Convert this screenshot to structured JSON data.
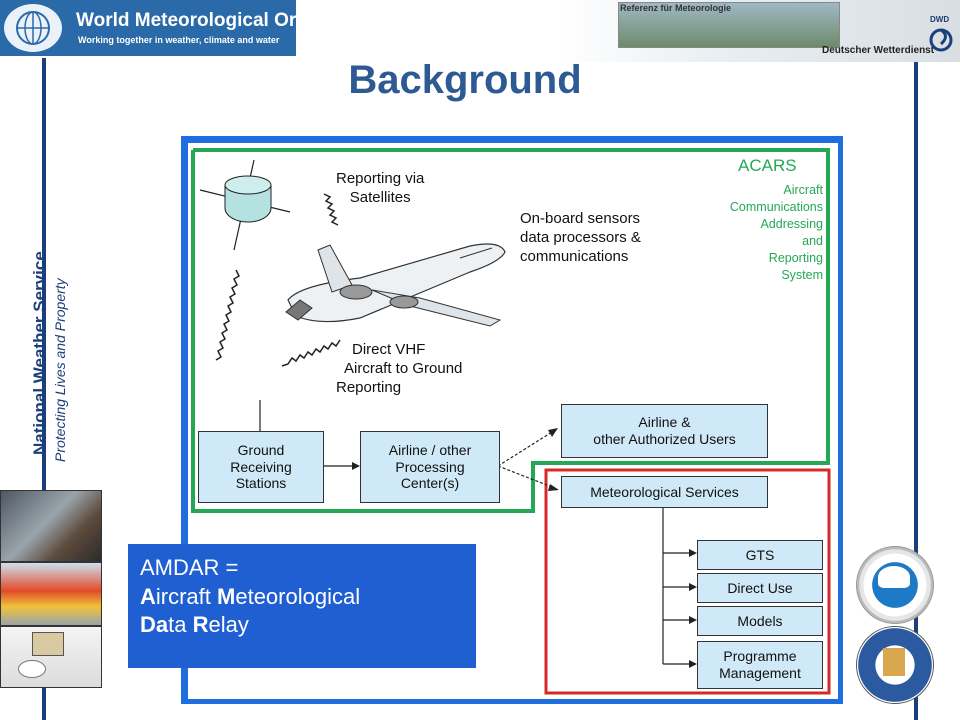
{
  "header": {
    "wmo_name": "World Meteorological Organization",
    "wmo_tagline": "Working together in weather, climate and water",
    "dwd_banner": "Referenz für Meteorologie",
    "dwd_name": "Deutscher Wetterdienst",
    "dwd_logo_text": "DWD"
  },
  "title": "Background",
  "sidebar": {
    "org_name": "National Weather Service",
    "org_tagline": "Protecting Lives and Property"
  },
  "diagram": {
    "satellite_label": [
      "Reporting via",
      "Satellites"
    ],
    "sensors_label": [
      "On-board sensors",
      "data processors &",
      "communications"
    ],
    "vhf_label": [
      "Direct VHF",
      "Aircraft to Ground",
      "Reporting"
    ],
    "acars_title": "ACARS",
    "acars_expansion": [
      "Aircraft",
      "Communications",
      "Addressing",
      "and",
      "Reporting",
      "System"
    ],
    "ground_box": [
      "Ground",
      "Receiving",
      "Stations"
    ],
    "processing_box": [
      "Airline / other",
      "Processing",
      "Center(s)"
    ],
    "airline_box": [
      "Airline &",
      "other Authorized Users"
    ],
    "met_box": "Meteorological Services",
    "gts_box": "GTS",
    "direct_use_box": "Direct Use",
    "models_box": "Models",
    "programme_box": [
      "Programme",
      "Management"
    ]
  },
  "amdar": {
    "line1": "AMDAR  =",
    "line2_bold1": "A",
    "line2_rest1": "ircraft ",
    "line2_bold2": "M",
    "line2_rest2": "eteorological",
    "line3_bold1": "Da",
    "line3_rest1": "ta ",
    "line3_bold2": "R",
    "line3_rest2": "elay"
  },
  "colors": {
    "title": "#2e5a94",
    "diagram_border": "#1e6ee0",
    "acars_green": "#24a857",
    "met_red": "#d42a2a",
    "box_fill": "#cfe9f8",
    "amdar_fill": "#1f5fd1"
  }
}
